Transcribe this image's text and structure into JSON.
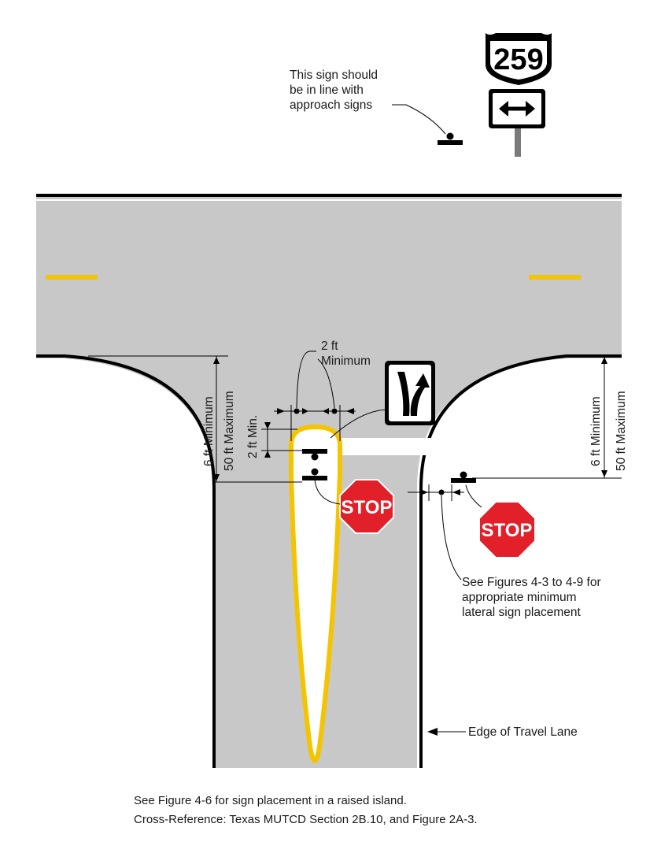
{
  "labels": {
    "approach_note": [
      "This sign should",
      "be in line with",
      "approach signs"
    ],
    "lateral_top": [
      "2 ft",
      "Minimum"
    ],
    "vertical_min": "2 ft  Min.",
    "left_dim_min": "6 ft  Minimum",
    "left_dim_max": "50 ft  Maximum",
    "right_dim_min": "6 ft  Minimum",
    "right_dim_max": "50 ft Maximum",
    "see_figures": [
      "See Figures 4-3 to 4-9 for",
      "appropriate minimum",
      "lateral sign placement"
    ],
    "edge_of_lane": "Edge of Travel Lane"
  },
  "signs": {
    "route_number": "259",
    "stop_left": "STOP",
    "stop_right": "STOP"
  },
  "footer": {
    "line1": "See Figure 4-6 for sign placement in a raised island.",
    "line2": "Cross-Reference: Texas MUTCD Section 2B.10, and Figure 2A-3."
  },
  "colors": {
    "pavement": "#c8c8c8",
    "centerline": "#f5c400",
    "island_outline": "#f5c400",
    "stop_red": "#e2202a",
    "edge_line": "#000000"
  }
}
